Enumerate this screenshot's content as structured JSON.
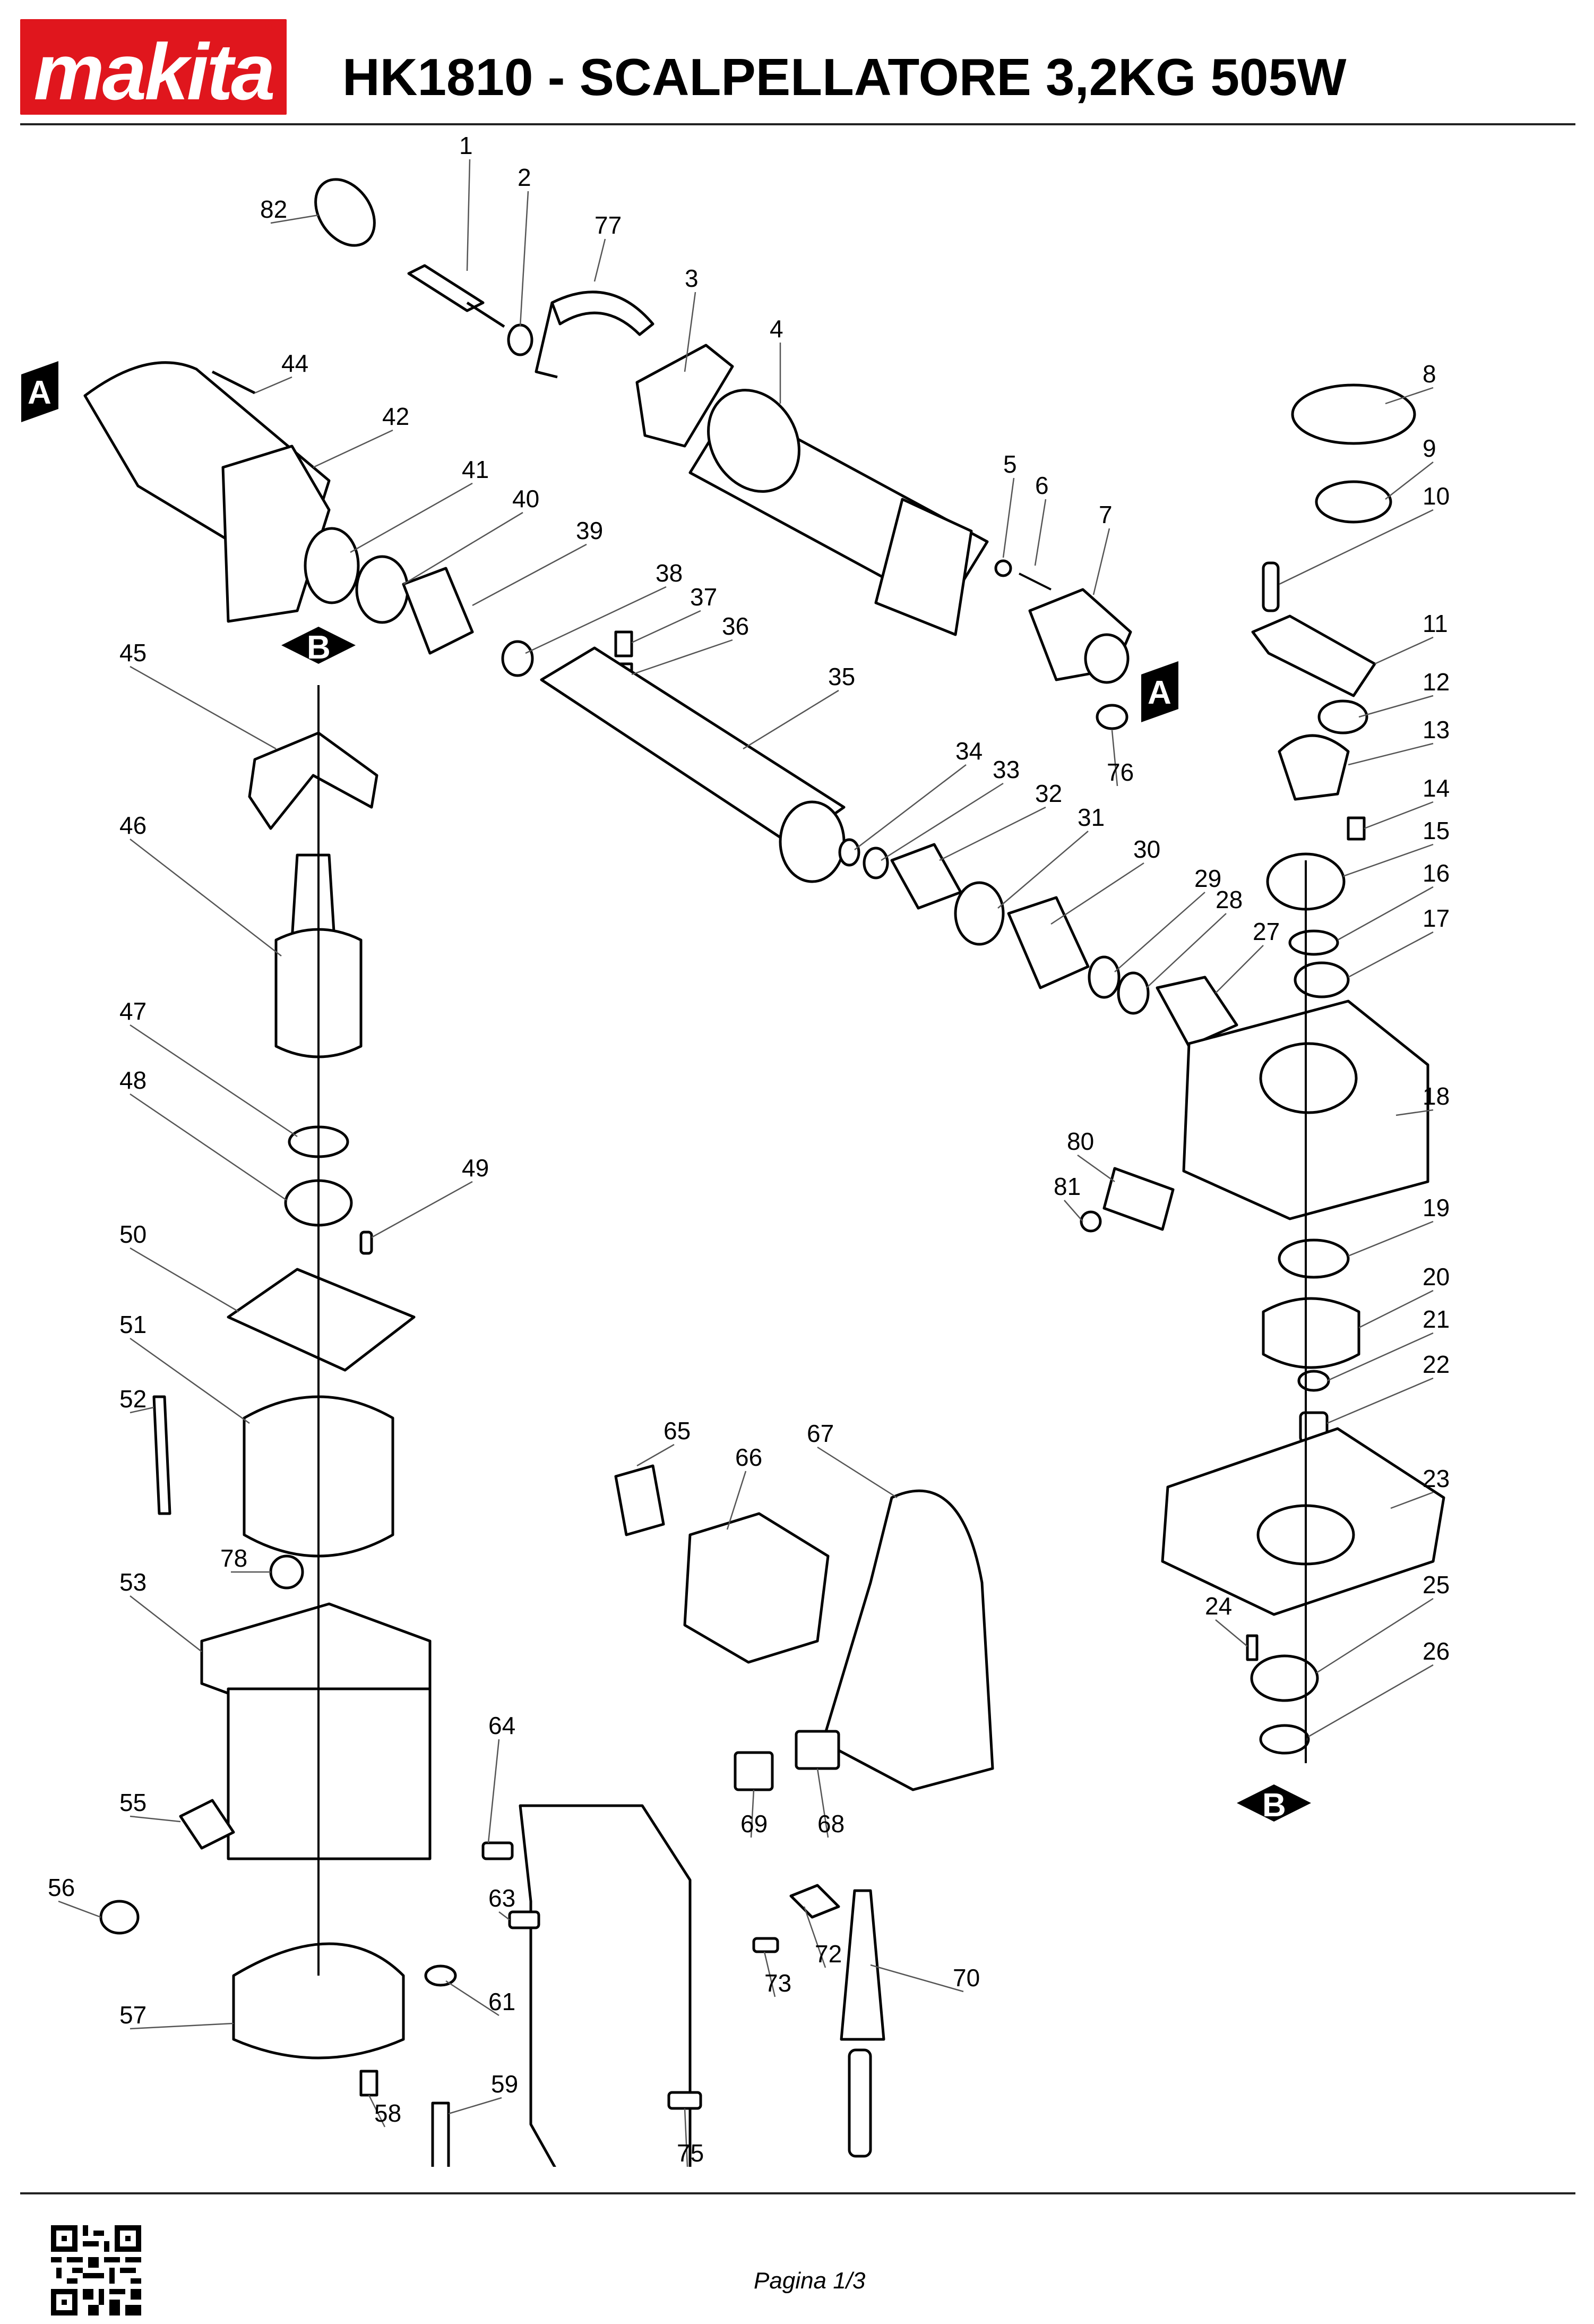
{
  "brand": "makita",
  "title": "HK1810 - SCALPELLATORE 3,2KG 505W",
  "page_number": "Pagina 1/3",
  "section_markers": [
    "A",
    "B"
  ],
  "part_numbers": [
    "1",
    "2",
    "3",
    "4",
    "5",
    "6",
    "7",
    "8",
    "9",
    "10",
    "11",
    "12",
    "13",
    "14",
    "15",
    "16",
    "17",
    "18",
    "19",
    "20",
    "21",
    "22",
    "23",
    "24",
    "25",
    "26",
    "27",
    "28",
    "29",
    "30",
    "31",
    "32",
    "33",
    "34",
    "35",
    "36",
    "37",
    "38",
    "39",
    "40",
    "41",
    "42",
    "44",
    "45",
    "46",
    "47",
    "48",
    "49",
    "50",
    "51",
    "52",
    "53",
    "55",
    "56",
    "57",
    "58",
    "59",
    "61",
    "63",
    "64",
    "65",
    "66",
    "67",
    "68",
    "69",
    "70",
    "72",
    "73",
    "75",
    "76",
    "77",
    "78",
    "80",
    "81",
    "82"
  ],
  "colors": {
    "brand_red": "#e0161d",
    "ink": "#000000"
  }
}
